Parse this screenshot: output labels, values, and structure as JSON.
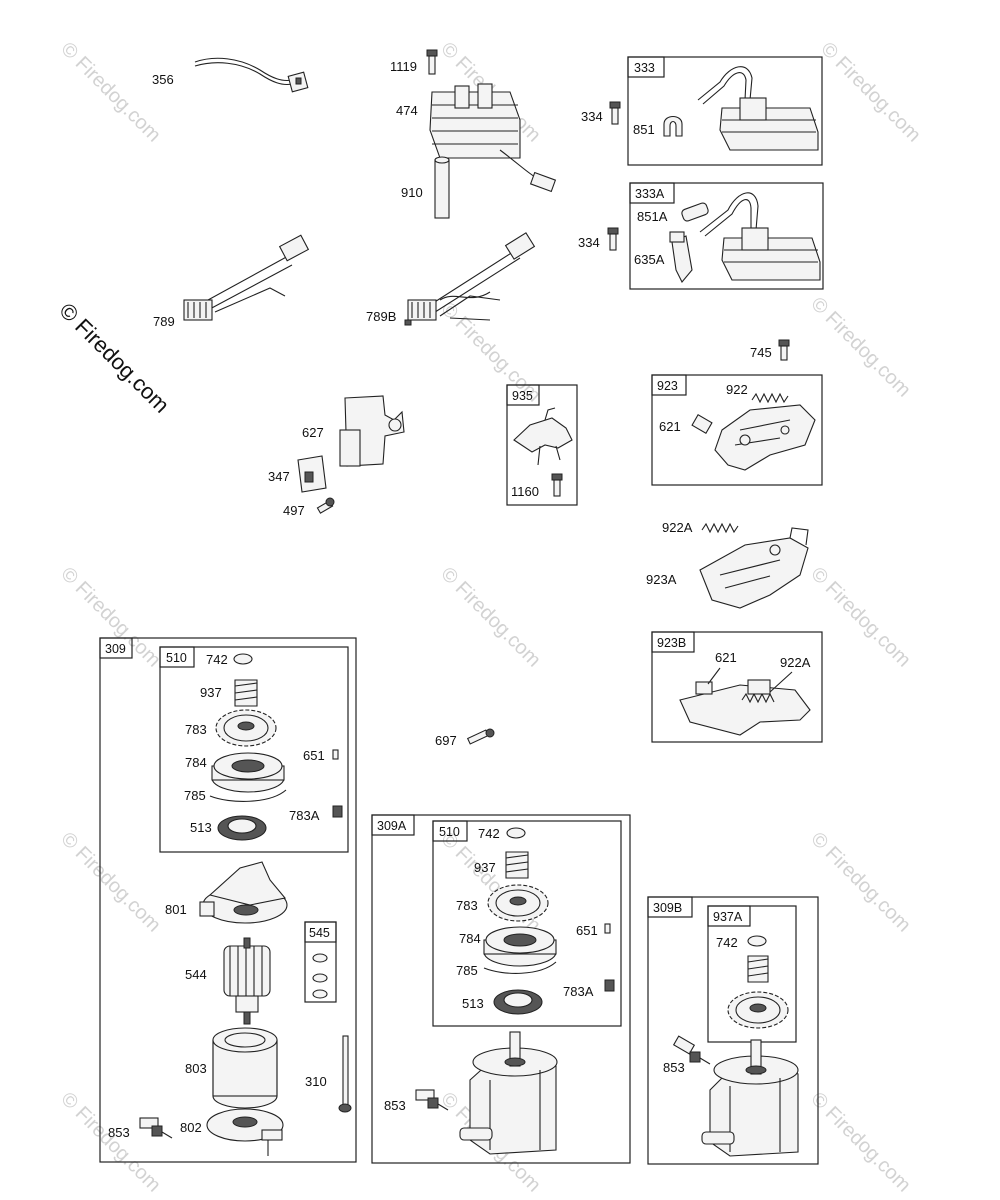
{
  "copyright_notice": "© Firedog.com",
  "watermark_text": "© Firedog.com",
  "groups": {
    "g333": "333",
    "g333A": "333A",
    "g923": "923",
    "g923B": "923B",
    "g935": "935",
    "g309": "309",
    "g510a": "510",
    "g545": "545",
    "g309A": "309A",
    "g510b": "510",
    "g309B": "309B",
    "g937A": "937A"
  },
  "parts": {
    "p356": "356",
    "p1119": "1119",
    "p474": "474",
    "p910": "910",
    "p334a": "334",
    "p851": "851",
    "p334b": "334",
    "p851A": "851A",
    "p635A": "635A",
    "p789": "789",
    "p789B": "789B",
    "p745": "745",
    "p922": "922",
    "p621a": "621",
    "p627": "627",
    "p347": "347",
    "p497": "497",
    "p1160": "1160",
    "p922A_a": "922A",
    "p923A": "923A",
    "p621b": "621",
    "p922A_b": "922A",
    "p697": "697",
    "p742a": "742",
    "p937a": "937",
    "p783a": "783",
    "p784a": "784",
    "p651a": "651",
    "p785a": "785",
    "p783Aa": "783A",
    "p513a": "513",
    "p801": "801",
    "p544": "544",
    "p803": "803",
    "p310": "310",
    "p853a": "853",
    "p802": "802",
    "p742b": "742",
    "p937b": "937",
    "p783b": "783",
    "p784b": "784",
    "p651b": "651",
    "p785b": "785",
    "p783Ab": "783A",
    "p513b": "513",
    "p853b": "853",
    "p742c": "742",
    "p853c": "853"
  }
}
